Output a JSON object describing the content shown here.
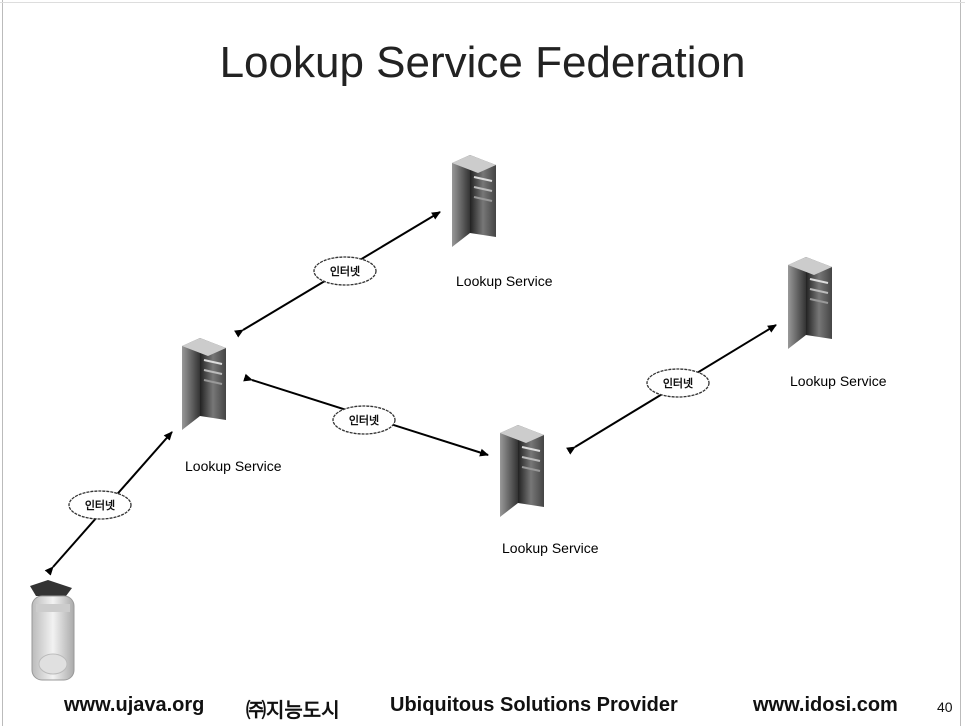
{
  "slide": {
    "title": "Lookup Service Federation",
    "page_number": "40"
  },
  "nodes": {
    "top": {
      "label": "Lookup Service"
    },
    "left": {
      "label": "Lookup Service"
    },
    "middle": {
      "label": "Lookup Service"
    },
    "right": {
      "label": "Lookup Service"
    }
  },
  "clouds": {
    "top_link": "인터넷",
    "left_middle_link": "인터넷",
    "middle_right_link": "인터넷",
    "device_link": "인터넷"
  },
  "footer": {
    "site1": "www.ujava.org",
    "company": "㈜지능도시",
    "tagline": "Ubiquitous Solutions Provider",
    "site2": "www.idosi.com"
  }
}
